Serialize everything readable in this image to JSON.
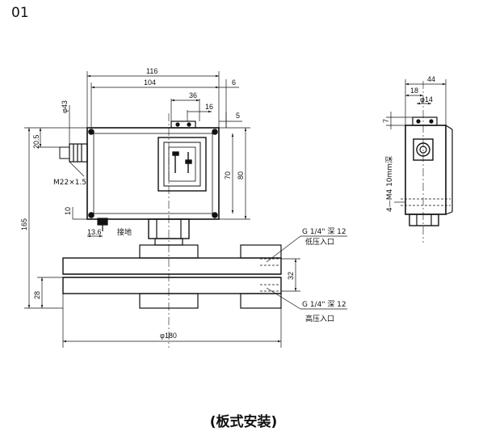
{
  "page_label": "01",
  "caption": "(板式安装)",
  "front_view": {
    "dimensions": {
      "overall_width": "116",
      "body_width": "104",
      "right_offset": "6",
      "window_width": "36",
      "window_offset": "16",
      "top_offset": "5",
      "fitting_diameter": "φ43",
      "fitting_height": "20.5",
      "body_height": "80",
      "window_height": "70",
      "bottom_offset": "10",
      "overall_height": "165",
      "bottom_plate_height": "28",
      "ground_offset": "13.6",
      "port_spacing": "32",
      "plate_diameter": "φ180"
    },
    "labels": {
      "cable_thread": "M22×1.5",
      "ground": "接地",
      "low_port_thread": "G 1/4\" 深 12",
      "low_port_name": "低压入口",
      "high_port_thread": "G 1/4\" 深 12",
      "high_port_name": "高压入口"
    }
  },
  "side_view": {
    "dimensions": {
      "overall_width": "44",
      "center_offset": "18",
      "fitting_diameter": "φ14",
      "top_offset": "7"
    },
    "labels": {
      "mount_holes": "4—M4 10mm深"
    }
  }
}
